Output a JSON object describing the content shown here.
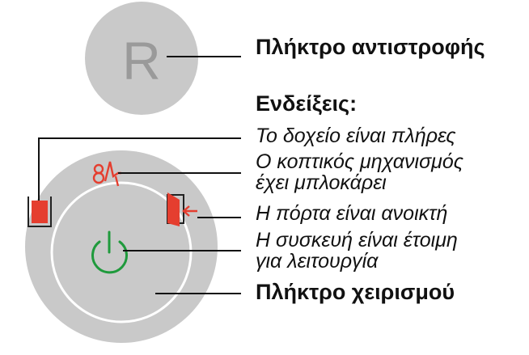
{
  "reverse_button": {
    "letter": "R",
    "label": "Πλήκτρο αντιστροφής"
  },
  "indications": {
    "heading": "Ενδείξεις:",
    "items": [
      {
        "text_line1": "Το δοχείο είναι πλήρες",
        "text_line2": "",
        "icon": "container-full-icon",
        "color": "#e53e2f"
      },
      {
        "text_line1": "Ο κοπτικός μηχανισμός",
        "text_line2": "έχει μπλοκάρει",
        "icon": "cutter-blocked-icon",
        "color": "#e53e2f"
      },
      {
        "text_line1": "Η πόρτα είναι ανοικτή",
        "text_line2": "",
        "icon": "door-open-icon",
        "color": "#e53e2f"
      },
      {
        "text_line1": "Η συσκευή είναι έτοιμη",
        "text_line2": "για λειτουργία",
        "icon": "power-ready-icon",
        "color": "#1f9a3c"
      }
    ]
  },
  "control_button": {
    "label": "Πλήκτρο χειρισμού"
  },
  "colors": {
    "panel": "#c9c9c9",
    "ring": "#ffffff",
    "alert": "#e53e2f",
    "ready": "#1f9a3c"
  }
}
